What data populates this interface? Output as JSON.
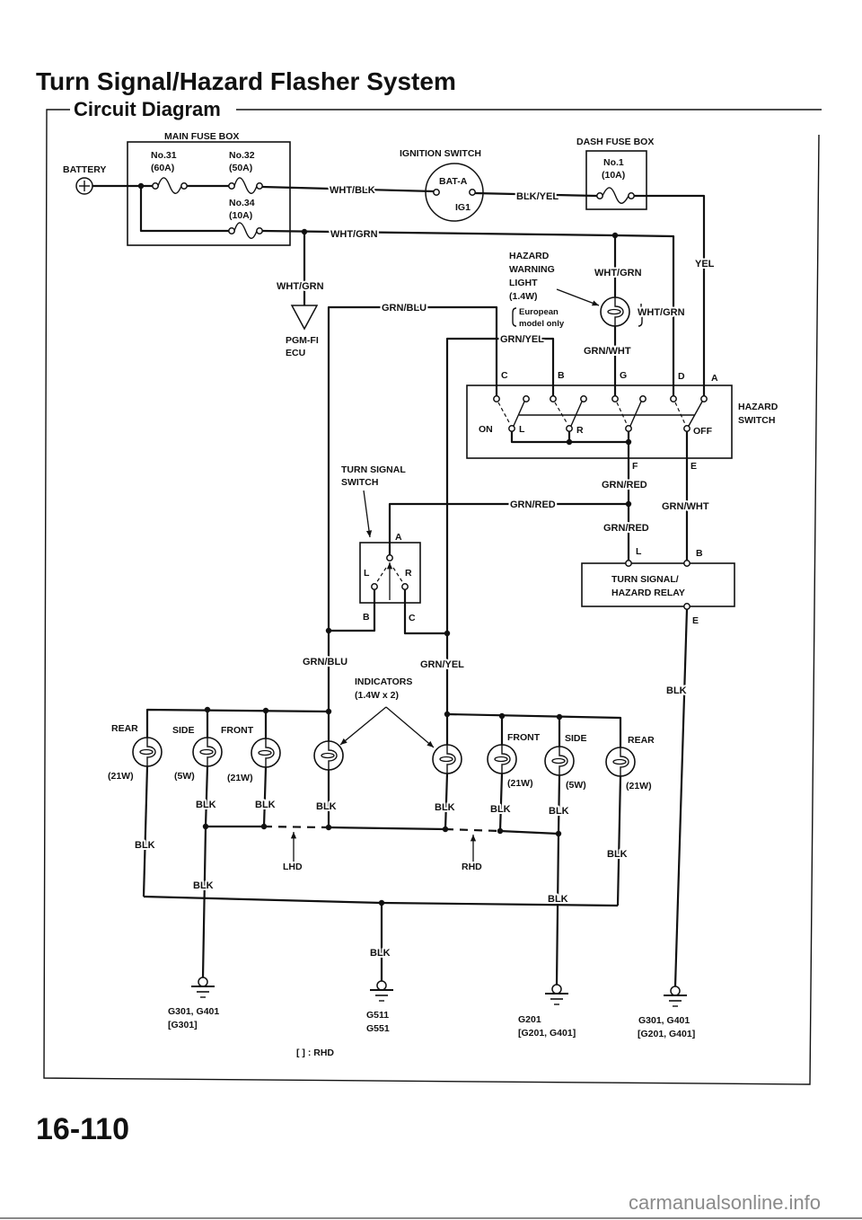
{
  "title": "Turn Signal/Hazard Flasher System",
  "section": "Circuit Diagram",
  "battery": "BATTERY",
  "main_fuse_box": {
    "label": "MAIN FUSE BOX",
    "fuses": [
      {
        "no": "No.31",
        "rating": "(60A)"
      },
      {
        "no": "No.32",
        "rating": "(50A)"
      },
      {
        "no": "No.34",
        "rating": "(10A)"
      }
    ]
  },
  "ignition_switch": {
    "label": "IGNITION SWITCH",
    "bat": "BAT-A",
    "ig": "IG1"
  },
  "dash_fuse_box": {
    "label": "DASH FUSE BOX",
    "no": "No.1",
    "rating": "(10A)"
  },
  "pgm": {
    "line1": "PGM-FI",
    "line2": "ECU"
  },
  "hazard_light": {
    "l1": "HAZARD",
    "l2": "WARNING",
    "l3": "LIGHT",
    "watt": "(1.4W)",
    "note1": "European",
    "note2": "model only"
  },
  "hazard_switch": {
    "l1": "HAZARD",
    "l2": "SWITCH",
    "c": "C",
    "b": "B",
    "g": "G",
    "d": "D",
    "a": "A",
    "f": "F",
    "e": "E",
    "on": "ON",
    "off": "OFF",
    "l": "L",
    "r": "R"
  },
  "turn_switch": {
    "l1": "TURN SIGNAL",
    "l2": "SWITCH",
    "a": "A",
    "b": "B",
    "c": "C",
    "l": "L",
    "r": "R"
  },
  "relay": {
    "l1": "TURN SIGNAL/",
    "l2": "HAZARD RELAY",
    "l": "L",
    "b": "B",
    "e": "E"
  },
  "indicators": {
    "l1": "INDICATORS",
    "l2": "(1.4W x 2)"
  },
  "lamps_left": [
    {
      "name": "REAR",
      "watt": "(21W)"
    },
    {
      "name": "SIDE",
      "watt": "(5W)"
    },
    {
      "name": "FRONT",
      "watt": "(21W)"
    }
  ],
  "lamps_right": [
    {
      "name": "FRONT",
      "watt": "(21W)"
    },
    {
      "name": "SIDE",
      "watt": "(5W)"
    },
    {
      "name": "REAR",
      "watt": "(21W)"
    }
  ],
  "wires": [
    "WHT/BLK",
    "BLK/YEL",
    "WHT/GRN",
    "WHT/GRN",
    "YEL",
    "WHT/GRN",
    "WHT/GRN",
    "GRN/BLU",
    "GRN/YEL",
    "GRN/WHT",
    "GRN/RED",
    "GRN/RED",
    "GRN/WHT",
    "GRN/RED",
    "GRN/BLU",
    "GRN/YEL"
  ],
  "blk": "BLK",
  "lhd": "LHD",
  "rhd": "RHD",
  "grounds": [
    {
      "l1": "G301, G401",
      "l2": "[G301]"
    },
    {
      "l1": "G511",
      "l2": "G551"
    },
    {
      "l1": "G201",
      "l2": "[G201, G401]"
    },
    {
      "l1": "G301, G401",
      "l2": "[G201, G401]"
    }
  ],
  "rhd_note": "[ ] : RHD",
  "page_number": "16-110",
  "watermark": "carmanualsonline.info"
}
